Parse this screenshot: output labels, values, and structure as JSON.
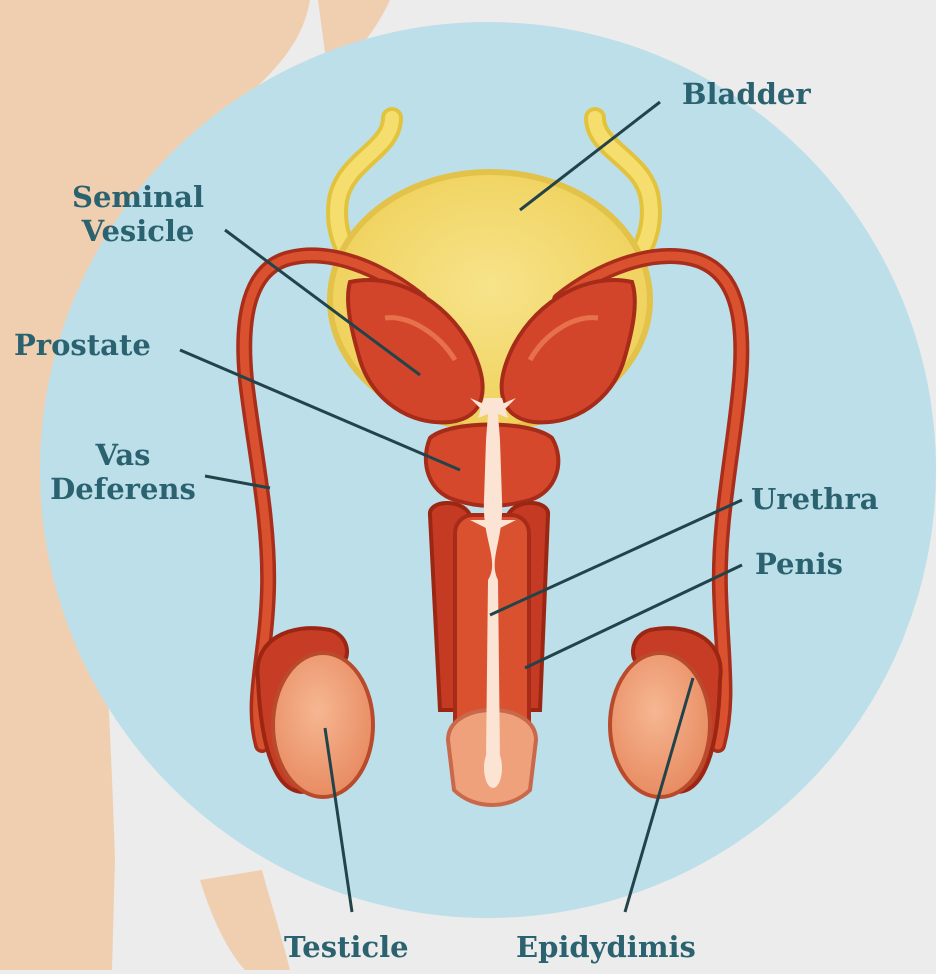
{
  "diagram": {
    "labels": {
      "bladder": "Bladder",
      "seminal_vesicle": [
        "Seminal",
        "Vesicle"
      ],
      "prostate": "Prostate",
      "vas_deferens": [
        "Vas",
        "Deferens"
      ],
      "urethra": "Urethra",
      "penis": "Penis",
      "testicle": "Testicle",
      "epididymis": "Epidydimis"
    },
    "colors": {
      "background": "#ececec",
      "body_skin": "#f0cfb1",
      "circle": "#bcdfe9",
      "bladder": "#f4db72",
      "organ_red": "#d2452b",
      "organ_dark": "#b8311d",
      "testicle": "#eea17a",
      "urethra": "#fbe4d4",
      "label_text": "#2b6270",
      "leader_line": "#23434a"
    }
  }
}
